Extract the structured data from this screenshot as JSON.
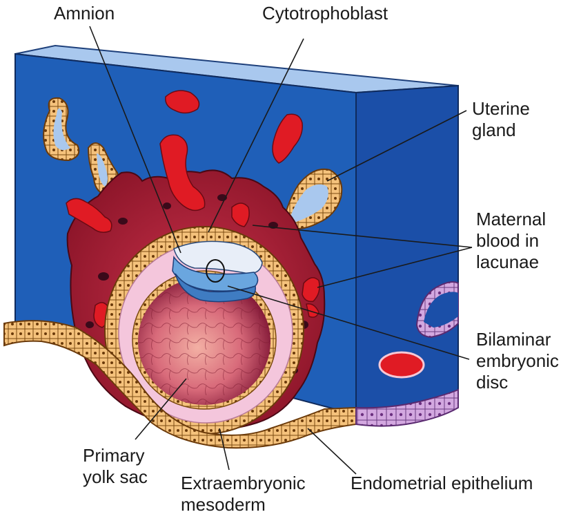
{
  "labels": {
    "amnion": "Amnion",
    "cytotrophoblast": "Cytotrophoblast",
    "uterine_gland": [
      "Uterine",
      "gland"
    ],
    "maternal_blood": [
      "Maternal",
      "blood in",
      "lacunae"
    ],
    "bilaminar": [
      "Bilaminar",
      "embryonic",
      "disc"
    ],
    "primary_yolk_sac": [
      "Primary",
      "yolk sac"
    ],
    "extraembryonic": [
      "Extraembryonic",
      "mesoderm"
    ],
    "endometrial": "Endometrial epithelium"
  },
  "colors": {
    "endometrium_front": "#1f5fb8",
    "endometrium_side": "#1b4fa8",
    "endometrium_top": "#a9c8ee",
    "syncytiotrophoblast": "#9a1a2e",
    "lacuna_blood": "#e01b24",
    "cytotrophoblast_cells": "#f3c07a",
    "extraembryonic_mesoderm": "#f4c6dc",
    "yolk_sac": "#c0405a",
    "amnion_disc": "#6aa6df",
    "epithelium_cells": "#f5b86a",
    "side_epithelium": "#c7a0d8"
  }
}
